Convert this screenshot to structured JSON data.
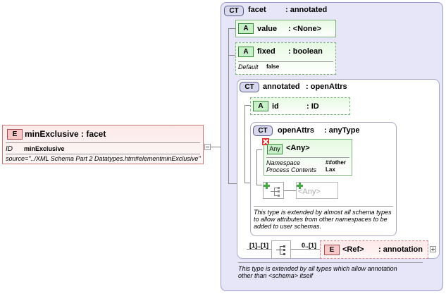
{
  "root_element": {
    "badge": "E",
    "name": "minExclusive",
    "type": ": facet",
    "id_label": "ID",
    "id_value": "minExclusive",
    "source": "source=\"../XML Schema Part 2 Datatypes.htm#elementminExclusive\""
  },
  "facet": {
    "badge": "CT",
    "name": "facet",
    "type": ": annotated"
  },
  "value_attr": {
    "badge": "A",
    "name": "value",
    "type": ": <None>"
  },
  "fixed_attr": {
    "badge": "A",
    "name": "fixed",
    "type": ": boolean",
    "default_label": "Default",
    "default_value": "false"
  },
  "annotated": {
    "badge": "CT",
    "name": "annotated",
    "type": ": openAttrs"
  },
  "id_attr": {
    "badge": "A",
    "name": "id",
    "type": ": ID"
  },
  "open_attrs": {
    "badge": "CT",
    "name": "openAttrs",
    "type": ": anyType",
    "any_attr": {
      "badge": "Any",
      "name": "<Any>",
      "namespace_label": "Namespace",
      "namespace_value": "##other",
      "process_label": "Process Contents",
      "process_value": "Lax"
    },
    "any_element": "<Any>",
    "doc": [
      "This type is extended by almost all schema types",
      "to allow attributes from other namespaces to be",
      "added to user schemas."
    ]
  },
  "ref": {
    "seq_card": "[1]..[1]",
    "card": "0..[1]",
    "badge": "E",
    "name": "<Ref>",
    "type": ": annotation"
  },
  "annotated_doc": [
    "This type is extended by all types which allow annotation",
    "other than <schema> itself"
  ],
  "colors": {
    "outer_bg": "#e6e6f8",
    "inner_bg": "#ffffff",
    "attr_bg": "#e8fbe4",
    "element_bg": "#fde8e8"
  }
}
